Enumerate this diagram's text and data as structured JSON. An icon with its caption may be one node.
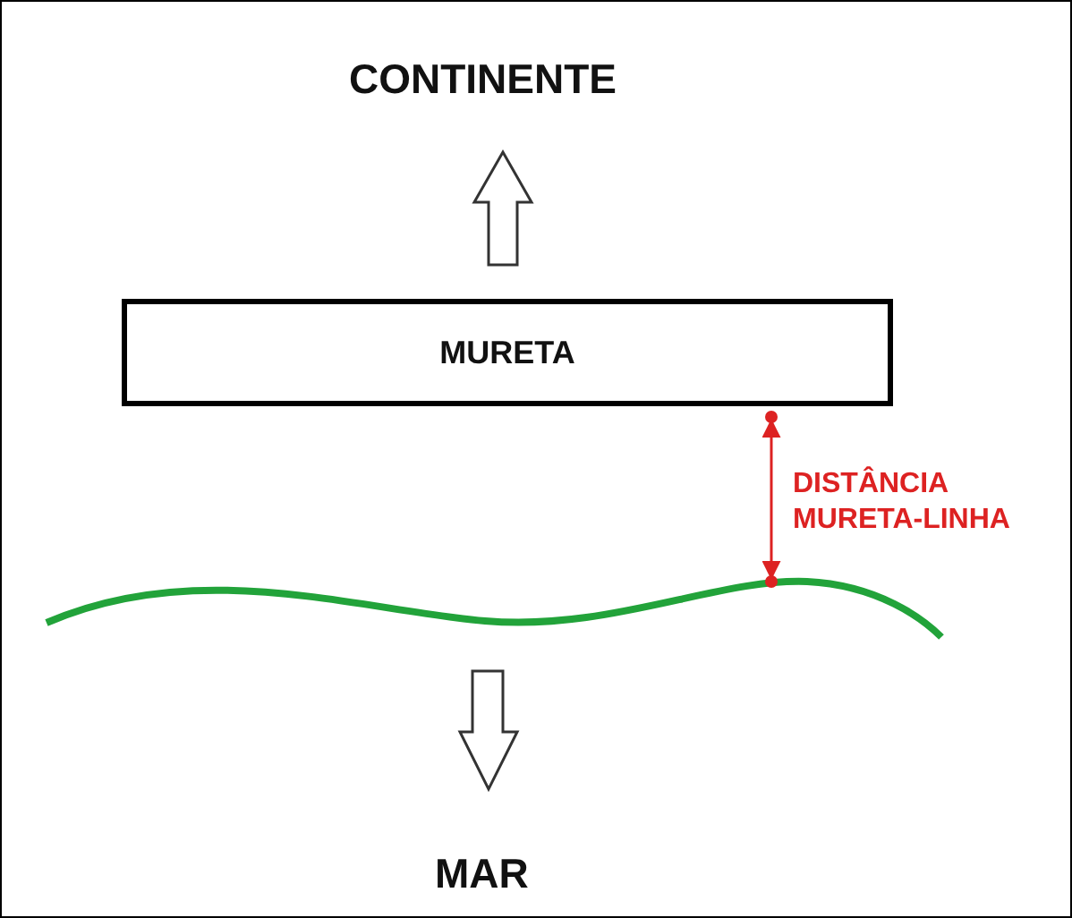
{
  "diagram": {
    "nodes": [
      {
        "text": [
          "MURETA"
        ]
      }
    ],
    "labels": [
      "CONTINENTE",
      "DISTÂNCIA MURETA-LINHA",
      "MAR"
    ]
  }
}
